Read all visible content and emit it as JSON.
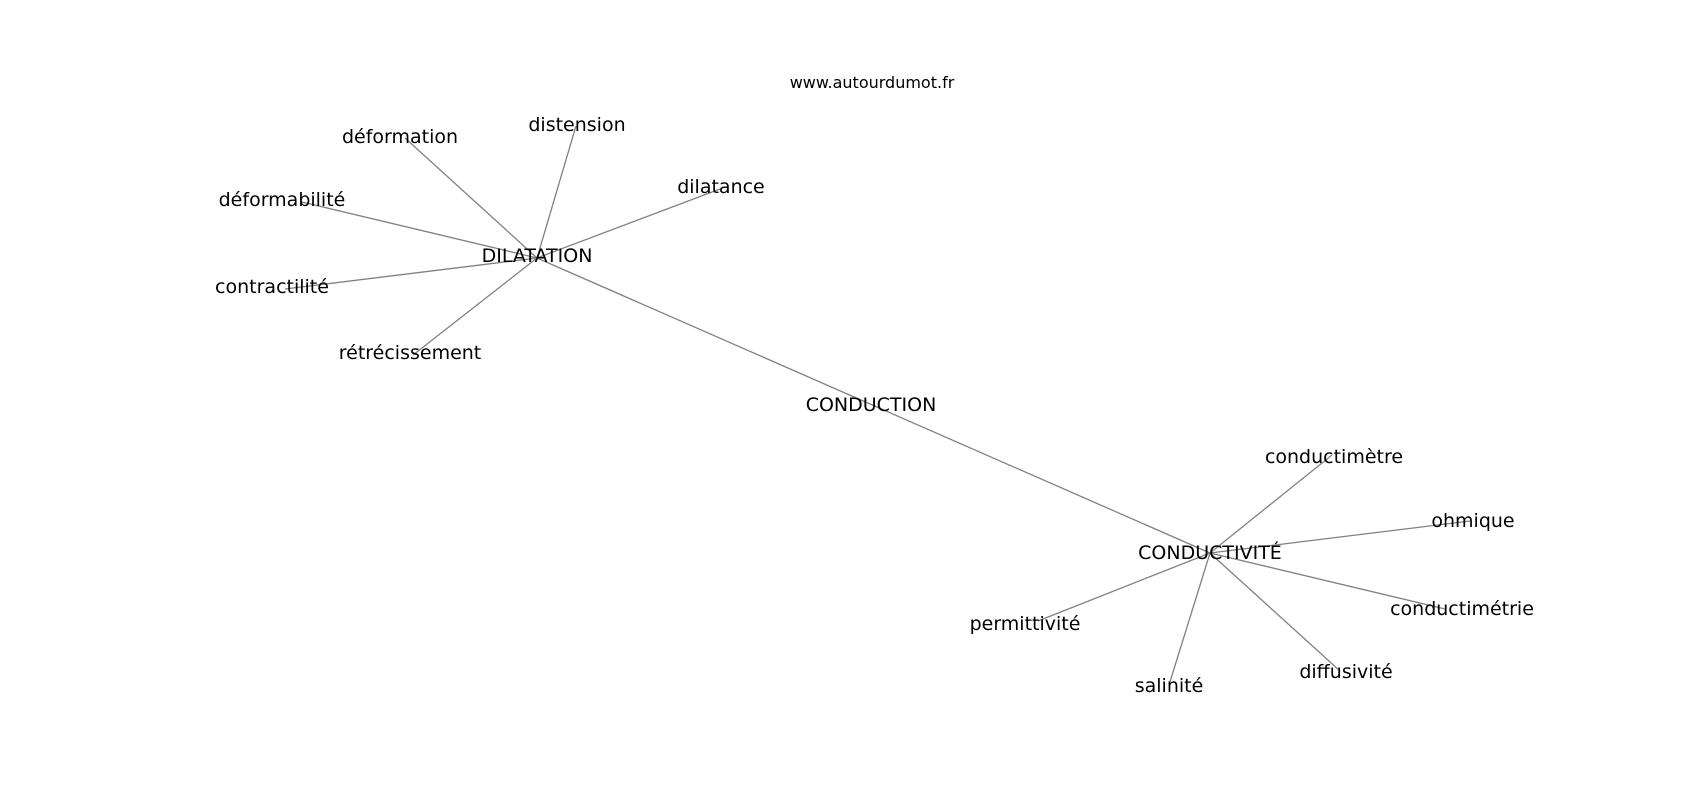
{
  "source": "www.autourdumot.fr",
  "graph": {
    "center": "CONDUCTION",
    "hubs": [
      {
        "label": "DILATATION",
        "neighbors": [
          "déformation",
          "distension",
          "dilatance",
          "déformabilité",
          "contractilité",
          "rétrécissement"
        ]
      },
      {
        "label": "CONDUCTIVITÉ",
        "neighbors": [
          "conductimètre",
          "ohmique",
          "conductimétrie",
          "diffusivité",
          "salinité",
          "permittivité"
        ]
      }
    ]
  },
  "colors": {
    "edge": "#808080",
    "text": "#000000",
    "background": "#ffffff"
  }
}
